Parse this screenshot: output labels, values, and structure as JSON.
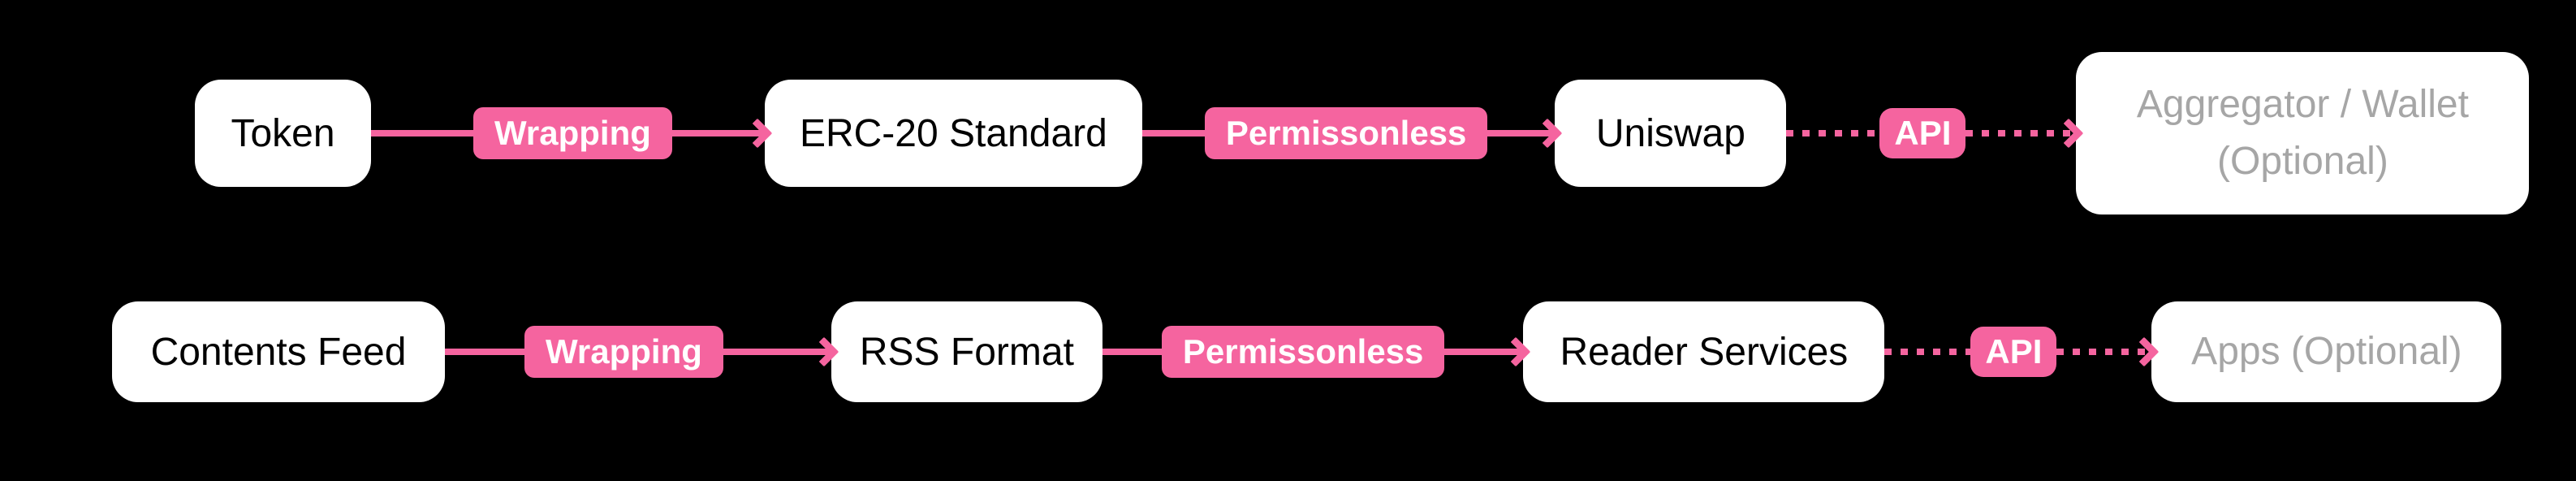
{
  "colors": {
    "background": "#000000",
    "node_bg": "#FFFFFF",
    "accent_pink": "#F5649F",
    "node_text": "#000000",
    "badge_text": "#FFFFFF",
    "optional_text": "#A6A6A6"
  },
  "rows": [
    {
      "name": "token-flow",
      "nodes": [
        {
          "label": "Token",
          "type": "node"
        },
        {
          "label": "Wrapping",
          "type": "badge"
        },
        {
          "label": "ERC-20 Standard",
          "type": "node"
        },
        {
          "label": "Permissonless",
          "type": "badge"
        },
        {
          "label": "Uniswap",
          "type": "node"
        },
        {
          "label": "API",
          "type": "badge"
        },
        {
          "label": "Aggregator / Wallet (Optional)",
          "type": "node-optional"
        }
      ]
    },
    {
      "name": "feed-flow",
      "nodes": [
        {
          "label": "Contents Feed",
          "type": "node"
        },
        {
          "label": "Wrapping",
          "type": "badge"
        },
        {
          "label": "RSS Format",
          "type": "node"
        },
        {
          "label": "Permissonless",
          "type": "badge"
        },
        {
          "label": "Reader Services",
          "type": "node"
        },
        {
          "label": "API",
          "type": "badge"
        },
        {
          "label": "Apps (Optional)",
          "type": "node-optional"
        }
      ]
    }
  ]
}
